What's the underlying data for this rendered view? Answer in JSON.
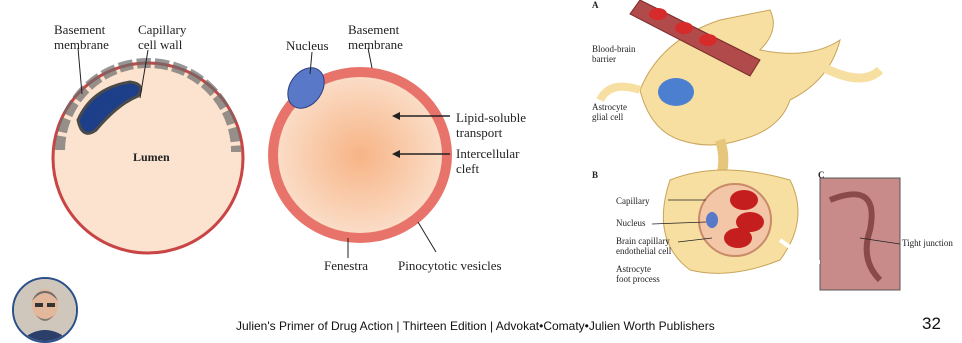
{
  "panel_left": {
    "basement_membrane": "Basement\nmembrane",
    "capillary_cell_wall": "Capillary\ncell wall",
    "lumen": "Lumen"
  },
  "panel_middle": {
    "nucleus": "Nucleus",
    "basement_membrane": "Basement\nmembrane",
    "lipid_soluble_transport": "Lipid-soluble\ntransport",
    "intercellular_cleft": "Intercellular\ncleft",
    "fenestra": "Fenestra",
    "pinocytotic_vesicles": "Pinocytotic vesicles"
  },
  "panel_right": {
    "letter_a": "A",
    "letter_b": "B",
    "letter_c": "C",
    "blood_brain_barrier": "Blood-brain\nbarrier",
    "astrocyte_glial_cell": "Astrocyte\nglial cell",
    "capillary": "Capillary",
    "nucleus": "Nucleus",
    "brain_capillary_endothelial_cell": "Brain capillary\nendothelial cell",
    "astrocyte_foot_process": "Astrocyte\nfoot process",
    "tight_junction": "Tight junction"
  },
  "footer": {
    "citation": "Julien's Primer of Drug Action | Thirteen Edition | Advokat•Comaty•Julien Worth Publishers",
    "page_number": "32"
  },
  "colors": {
    "lumen_fill": "#fbe3cf",
    "membrane_red": "#d9534f",
    "cell_orange": "#f5a878",
    "nucleus_blue": "#1d3f8a",
    "astrocyte_yellow": "#f6dfa0"
  }
}
